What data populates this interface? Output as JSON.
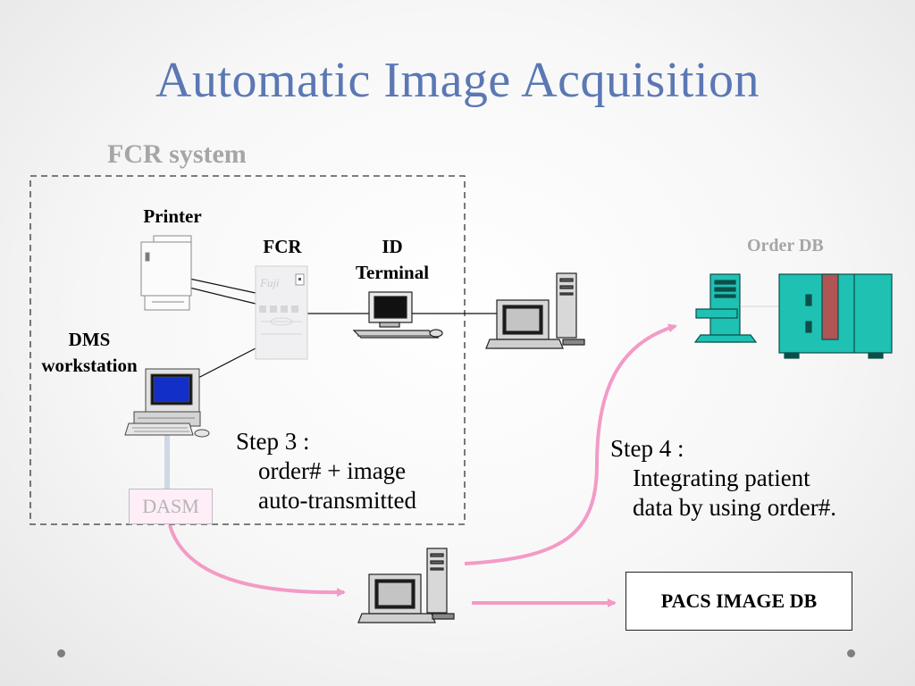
{
  "slide": {
    "title": "Automatic Image Acquisition",
    "subtitle": "FCR system"
  },
  "labels": {
    "printer": "Printer",
    "fcr": "FCR",
    "fuji": "Fuji",
    "id_terminal_line1": "ID",
    "id_terminal_line2": "Terminal",
    "dms_line1": "DMS",
    "dms_line2": "workstation",
    "order_db": "Order DB",
    "dasm": "DASM",
    "pacs_image_db": "PACS IMAGE DB"
  },
  "steps": {
    "step3": {
      "title": "Step 3 :",
      "lines": [
        "order# + image",
        "auto-transmitted"
      ]
    },
    "step4": {
      "title": "Step 4 :",
      "lines": [
        "Integrating patient",
        "data by using order#."
      ]
    }
  },
  "colors": {
    "title": "#5b78b4",
    "muted_label": "#a6a6a6",
    "arrow": "#f49ac6",
    "order_db": "#1fc1b3",
    "order_db_stripe": "#b05454",
    "screen_blue": "#1230c8"
  },
  "icons": {
    "corner_dot_left": "bullet-dot-icon",
    "corner_dot_right": "bullet-dot-icon"
  }
}
